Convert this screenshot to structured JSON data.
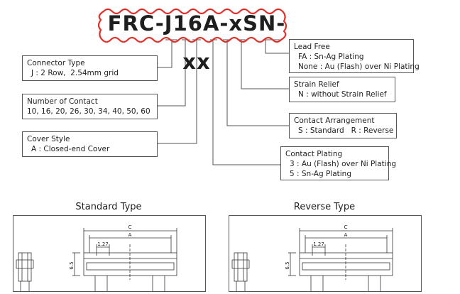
{
  "part_number": "FRC-J16A-xSN-xx",
  "boxes": {
    "connector_type": {
      "title": "Connector Type",
      "lines": [
        "J : 2 Row,  2.54mm grid"
      ]
    },
    "number_of_contact": {
      "title": "Number of Contact",
      "lines": [
        "10, 16, 20, 26, 30, 34, 40, 50, 60"
      ]
    },
    "cover_style": {
      "title": "Cover Style",
      "lines": [
        "A : Closed-end Cover"
      ]
    },
    "lead_free": {
      "title": "Lead Free",
      "lines": [
        "FA : Sn-Ag Plating",
        "None : Au (Flash) over Ni Plating"
      ]
    },
    "strain_relief": {
      "title": "Strain Relief",
      "lines": [
        "N : without Strain Relief"
      ]
    },
    "contact_arrangement": {
      "title": "Contact Arrangement",
      "lines": [
        "S : Standard   R : Reverse"
      ]
    },
    "contact_plating": {
      "title": "Contact Plating",
      "lines": [
        "3 : Au (Flash) over Ni Plating",
        "5 : Sn-Ag Plating"
      ]
    }
  },
  "drawings": {
    "standard": {
      "title": "Standard Type",
      "dims": {
        "c": "C",
        "a": "A",
        "pitch": "1.27",
        "height": "6.5"
      }
    },
    "reverse": {
      "title": "Reverse Type",
      "dims": {
        "c": "C",
        "a": "A",
        "pitch": "1.27",
        "height": "6.5"
      }
    }
  },
  "colors": {
    "title_highlight": "#e0302a",
    "line": "#555555",
    "text": "#222222"
  }
}
